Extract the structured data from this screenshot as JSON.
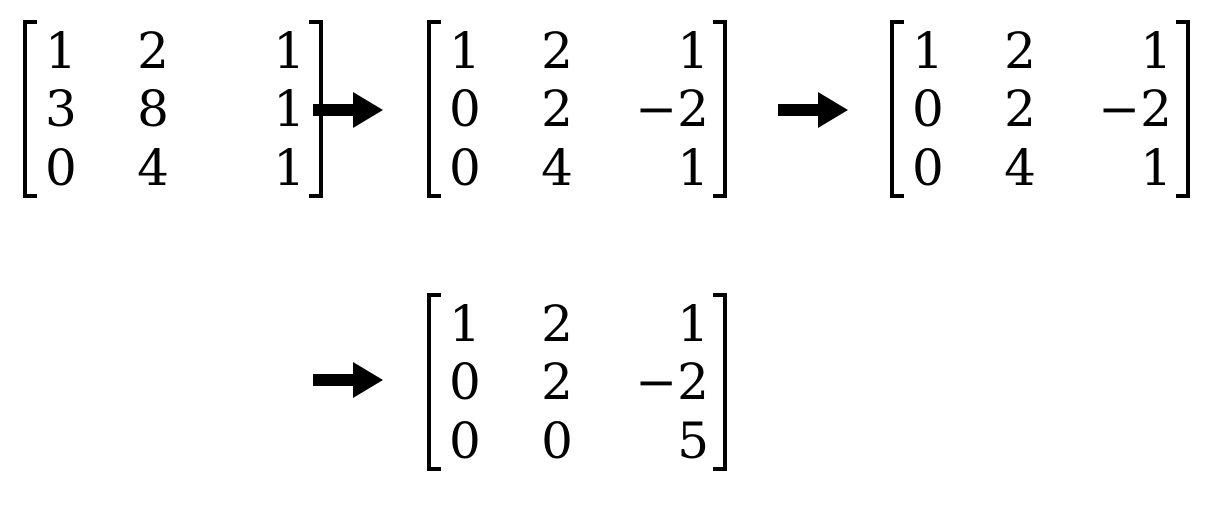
{
  "steps": [
    {
      "rows": [
        [
          "1",
          "2",
          "1"
        ],
        [
          "3",
          "8",
          "1"
        ],
        [
          "0",
          "4",
          "1"
        ]
      ]
    },
    {
      "rows": [
        [
          "1",
          "2",
          "1"
        ],
        [
          "0",
          "2",
          "−2"
        ],
        [
          "0",
          "4",
          "1"
        ]
      ]
    },
    {
      "rows": [
        [
          "1",
          "2",
          "1"
        ],
        [
          "0",
          "2",
          "−2"
        ],
        [
          "0",
          "4",
          "1"
        ]
      ]
    },
    {
      "rows": [
        [
          "1",
          "2",
          "1"
        ],
        [
          "0",
          "2",
          "−2"
        ],
        [
          "0",
          "0",
          "5"
        ]
      ]
    }
  ],
  "arrow_icon": "right-arrow-icon",
  "colors": {
    "ink": "#000000",
    "background": "#ffffff"
  }
}
